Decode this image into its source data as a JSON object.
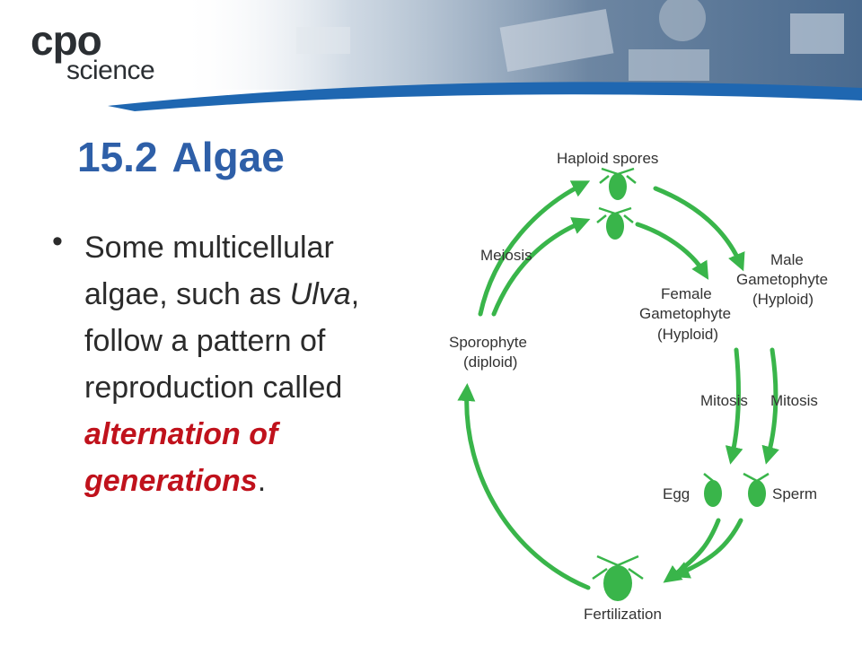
{
  "logo": {
    "line1": "cpo",
    "line2": "science"
  },
  "title": {
    "number": "15.2",
    "text": "Algae"
  },
  "bullet": {
    "marker": "•",
    "part1": "Some multicellular algae, such as ",
    "italic_word": "Ulva",
    "part2": ", follow a pattern of reproduction called ",
    "highlight": "alternation of generations",
    "part3": "."
  },
  "diagram": {
    "labels": {
      "haploid_spores": "Haploid spores",
      "meiosis": "Meiosis",
      "male_line1": "Male",
      "male_line2": "Gametophyte",
      "male_line3": "(Hyploid)",
      "female_line1": "Female",
      "female_line2": "Gametophyte",
      "female_line3": "(Hyploid)",
      "sporophyte_line1": "Sporophyte",
      "sporophyte_line2": "(diploid)",
      "mitosis_left": "Mitosis",
      "mitosis_right": "Mitosis",
      "egg": "Egg",
      "sperm": "Sperm",
      "fertilization": "Fertilization"
    },
    "colors": {
      "arrow": "#39b54a",
      "text": "#333333"
    }
  },
  "colors": {
    "title": "#2e5fa8",
    "highlight": "#c0121c",
    "banner_blue": "#1f67b1"
  }
}
